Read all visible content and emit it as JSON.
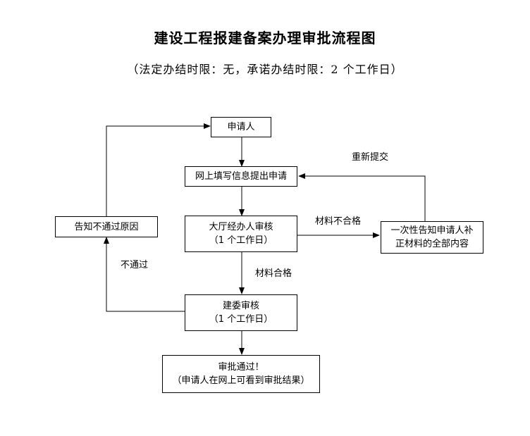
{
  "title": "建设工程报建备案办理审批流程图",
  "subtitle": "（法定办结时限：无，承诺办结时限：2 个工作日）",
  "nodes": {
    "applicant": "申请人",
    "online_submit": "网上填写信息提出申请",
    "hall_review": {
      "line1": "大厅经办人审核",
      "line2": "（1 个工作日）"
    },
    "notify_reject": "告知不通过原因",
    "notify_supplement": {
      "line1": "一次性告知申请人补",
      "line2": "正材料的全部内容"
    },
    "committee_review": {
      "line1": "建委审核",
      "line2": "（1 个工作日）"
    },
    "approved": {
      "line1": "审批通过！",
      "line2": "（申请人在网上可看到审批结果）"
    }
  },
  "edge_labels": {
    "resubmit": "重新提交",
    "materials_fail": "材料不合格",
    "materials_pass": "材料合格",
    "not_passed": "不通过"
  }
}
